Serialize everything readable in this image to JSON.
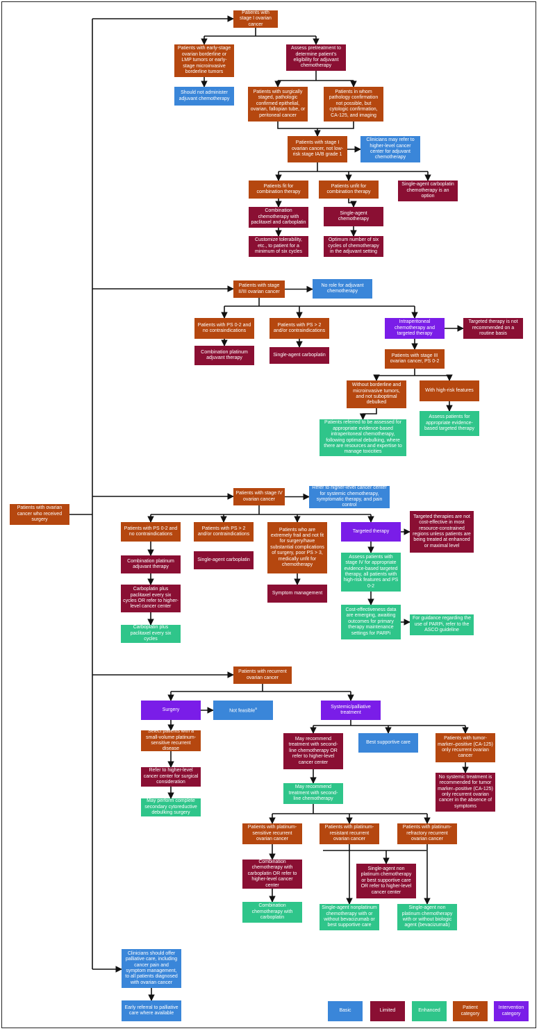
{
  "colors": {
    "basic": "#3a86d9",
    "limited": "#8a0f33",
    "enhanced": "#2fc58a",
    "patient": "#b5470f",
    "intervention": "#7a1de8",
    "line": "#111111"
  },
  "nodes": {
    "root": "Patients with ovarian cancer who received surgery",
    "s1": "Patients with stage I ovarian cancer",
    "s1_blt": "Patients with early-stage ovarian borderline or LMP tumors or early-stage microinvasive borderline tumors",
    "s1_no_adj": "Should not administer adjuvant chemotherapy",
    "s1_assess": "Assess pretreatment to determine patient's eligibility for adjuvant chemotherapy",
    "s1_surg": "Patients with surgically staged, pathologic confirmed epithelial, ovarian, fallopian tube, or peritoneal cancer",
    "s1_nopath": "Patients in whom pathology confirmation not possible, but cytologic confirmation, CA-125, and imaging",
    "s1_notlow": "Patients with stage I ovarian cancer, not low-risk stage IA/B grade 1",
    "s1_refer": "Clinicians may refer to higher-level cancer center for adjuvant chemotherapy",
    "s1_fit": "Patients fit for combination therapy",
    "s1_unfit": "Patients unfit for combination therapy",
    "s1_carbo_opt": "Single-agent carboplatin chemotherapy is an option",
    "s1_combo": "Combination chemotherapy with paclitaxel and carboplatin",
    "s1_single": "Single-agent chemotherapy",
    "s1_custom": "Customize tolerability, etc., to patient for a minimum of six cycles",
    "s1_optimum": "Optimum number of six cycles of chemotherapy in the adjuvant setting",
    "s23": "Patients with stage II/III ovarian cancer",
    "s23_norole": "No role for adjuvant chemotherapy",
    "s23_ps02": "Patients with PS 0-2 and no contraindications",
    "s23_ps2": "Patients with PS > 2 and/or contraindications",
    "s23_ip": "Intraperitoneal chemotherapy and targeted therapy",
    "s23_tt_not": "Targeted therapy is not recommended on a routine basis",
    "s23_combo": "Combination platinum adjuvant therapy",
    "s23_carbo": "Single-agent carboplatin",
    "s23_s3": "Patients with stage III ovarian cancer, PS 0-2",
    "s23_without": "Without borderline and microinvasive tumors, and not suboptimal debulked",
    "s23_highrisk": "With high-risk features",
    "s23_ip_assess": "Patients referred to be assessed for appropriate evidence-based intraperitoneal chemotherapy, following optimal debulking, where there are resources and expertise to manage toxicities",
    "s23_tt_assess": "Assess patients for appropriate evidence-based targeted therapy",
    "s4": "Patients with stage IV ovarian cancer",
    "s4_refer": "Refer to higher-level cancer center for systemic chemotherapy, symptomatic therapy, and pain control",
    "s4_ps02": "Patients with PS 0-2 and no contraindications",
    "s4_ps2": "Patients with PS > 2 and/or contraindications",
    "s4_frail": "Patients who are extremely frail and not fit for surgery/have substantial complications of surgery, poor PS > 3, medically unfit for chemotherapy",
    "s4_tt": "Targeted therapy",
    "s4_tt_notce": "Targeted therapies are not cost-effective in most resource-constrained regions unless patients are being treated at enhanced or maximal level",
    "s4_combo": "Combination platinum adjuvant therapy",
    "s4_carbo": "Single-agent carboplatin",
    "s4_symptom": "Symptom management",
    "s4_tt_assess": "Assess patients with stage IV for appropriate evidence-based targeted therapy, all patients with high-risk features and PS 0-2",
    "s4_carbo_pac": "Carboplatin plus paclitaxel every six cycles OR refer to higher-level cancer center",
    "s4_carbo_pac2": "Carboplatin plus paclitaxel every six cycles",
    "s4_ce": "Cost-effectiveness data are emerging, awaiting outcomes for primary therapy maintenance settings for PARPi",
    "s4_guidance": "For guidance regarding the use of PARPi, refer to the ASCO guideline",
    "rec": "Patients with recurrent ovarian cancer",
    "rec_surgery": "Surgery",
    "rec_notfeasible": "Not feasible",
    "rec_notfeasible_mark": "a",
    "rec_systemic": "Systemic/palliative treatment",
    "rec_select": "Select patients with a small-volume platinum-sensitive recurrent disease",
    "rec_refer_surg": "Refer to higher-level cancer center for surgical consideration",
    "rec_secondary": "May perform complete secondary cytoreductive debulking surgery",
    "rec_maysecond": "May recommend treatment with second-line chemotherapy OR refer to higher-level cancer center",
    "rec_bsc": "Best supportive care",
    "rec_tumormarker": "Patients with tumor-marker–positive (CA-125) only recurrent ovarian cancer",
    "rec_nosystemic": "No systemic treatment is recommended for tumor marker–positive (CA-125) only recurrent ovarian cancer in the absence of symptoms",
    "rec_maysecond2": "May recommend treatment with second-line chemotherapy",
    "rec_sens": "Patients with platinum-sensitive recurrent ovarian cancer",
    "rec_resist": "Patients with platinum-resistant recurrent ovarian cancer",
    "rec_refract": "Patients with platinum-refractory recurrent ovarian cancer",
    "rec_combo": "Combination chemotherapy with carboplatin OR refer to higher-level cancer center",
    "rec_single_np": "Single-agent non platinum chemotherapy or best supportive care OR refer to higher-level cancer center",
    "rec_combo2": "Combination chemotherapy with carboplatin",
    "rec_np_bev": "Single-agent nonplatinum chemotherapy with or without bevacizumab or best supportive care",
    "rec_np_bio": "Single-agent non platinum chemotherapy with or without biologic agent (bevacizumab)",
    "pal": "Clinicians should offer palliative care, including cancer pain and symptom management, to all patients diagnosed with ovarian cancer",
    "pal_early": "Early referral to palliative care where available"
  },
  "legend": {
    "basic": "Basic",
    "limited": "Limited",
    "enhanced": "Enhanced",
    "patient": "Patient category",
    "intervention": "Intervention category"
  }
}
